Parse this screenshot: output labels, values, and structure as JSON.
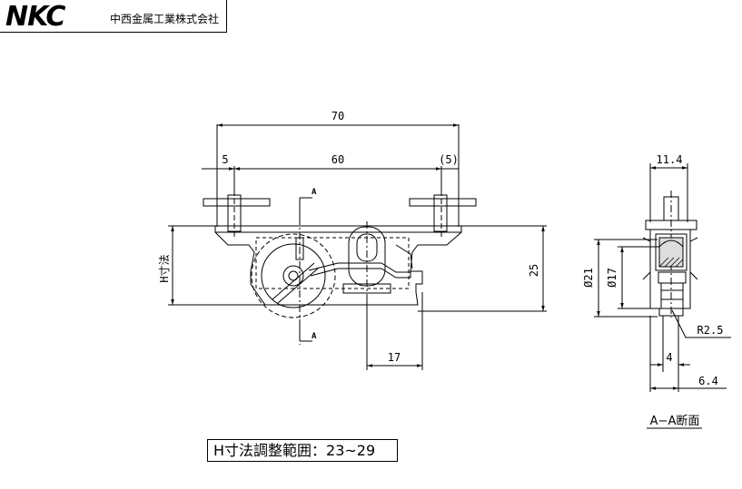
{
  "logo": {
    "brand": "NKC",
    "company": "中西金属工業株式会社"
  },
  "dimensions": {
    "overall_width": "70",
    "slot_pitch": "60",
    "left_offset": "5",
    "right_offset": "(5)",
    "height_25": "25",
    "h_label": "H寸法",
    "offset_17": "17",
    "side_width": "11.4",
    "dia_21": "Ø21",
    "dia_17": "Ø17",
    "radius": "R2.5",
    "dim_4": "4",
    "dim_6_4": "6.4"
  },
  "section": {
    "marker": "A",
    "title": "A−A断面"
  },
  "range_note": "H寸法調整範囲：23~29"
}
